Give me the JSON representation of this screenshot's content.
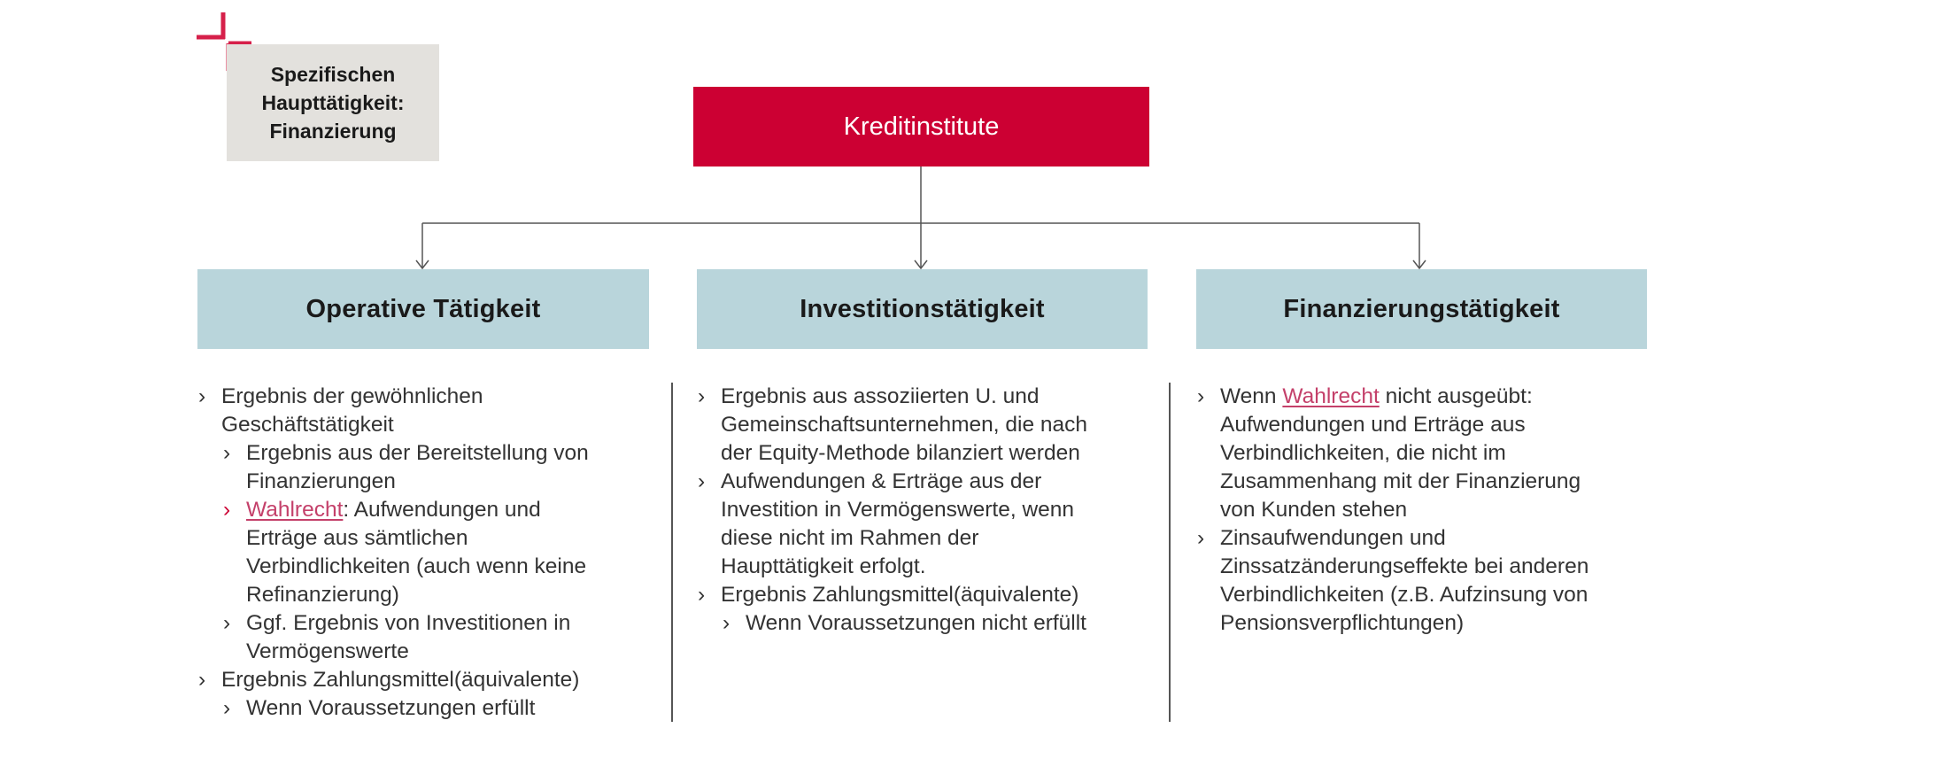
{
  "tag": {
    "lines": [
      "Spezifischen",
      "Haupttätigkeit:",
      "Finanzierung"
    ]
  },
  "root": {
    "label": "Kreditinstitute"
  },
  "columns": [
    {
      "header": "Operative Tätigkeit",
      "items": [
        {
          "level": 1,
          "lines": [
            "Ergebnis der gewöhnlichen",
            "Geschäftstätigkeit"
          ]
        },
        {
          "level": 2,
          "lines": [
            "Ergebnis aus der Bereitstellung von",
            "Finanzierungen"
          ]
        },
        {
          "level": 2,
          "marker_red": true,
          "link": "Wahlrecht",
          "first_rest": ": Aufwendungen und",
          "lines": [
            "Erträge aus sämtlichen",
            "Verbindlichkeiten (auch wenn keine",
            "Refinanzierung)"
          ]
        },
        {
          "level": 2,
          "lines": [
            "Ggf. Ergebnis von Investitionen in",
            "Vermögenswerte"
          ]
        },
        {
          "level": 1,
          "lines": [
            "Ergebnis Zahlungsmittel(äquivalente)"
          ]
        },
        {
          "level": 2,
          "lines": [
            "Wenn Voraussetzungen erfüllt"
          ]
        }
      ]
    },
    {
      "header": "Investitionstätigkeit",
      "items": [
        {
          "level": 1,
          "lines": [
            "Ergebnis aus assoziierten U. und",
            "Gemeinschaftsunternehmen, die nach",
            "der Equity-Methode bilanziert werden"
          ]
        },
        {
          "level": 1,
          "lines": [
            "Aufwendungen & Erträge aus der",
            "Investition in Vermögenswerte, wenn",
            "diese nicht im Rahmen der",
            "Haupttätigkeit erfolgt."
          ]
        },
        {
          "level": 1,
          "lines": [
            "Ergebnis Zahlungsmittel(äquivalente)"
          ]
        },
        {
          "level": 2,
          "lines": [
            "Wenn Voraussetzungen nicht erfüllt"
          ]
        }
      ]
    },
    {
      "header": "Finanzierungstätigkeit",
      "items": [
        {
          "level": 1,
          "first_pre": "Wenn ",
          "link": "Wahlrecht",
          "first_rest": " nicht ausgeübt:",
          "lines": [
            "Aufwendungen und Erträge aus",
            "Verbindlichkeiten, die nicht im",
            "Zusammenhang mit der Finanzierung",
            "von Kunden stehen"
          ]
        },
        {
          "level": 1,
          "lines": [
            "Zinsaufwendungen und",
            "Zinssatzänderungseffekte bei anderen",
            "Verbindlichkeiten (z.B. Aufzinsung von",
            "Pensionsverpflichtungen)"
          ]
        }
      ]
    }
  ],
  "bullet_marker": "›",
  "colors": {
    "accent": "#cc0033",
    "header_bg": "#b9d5db",
    "tag_bg": "#e3e1dd",
    "link": "#c4406a"
  }
}
